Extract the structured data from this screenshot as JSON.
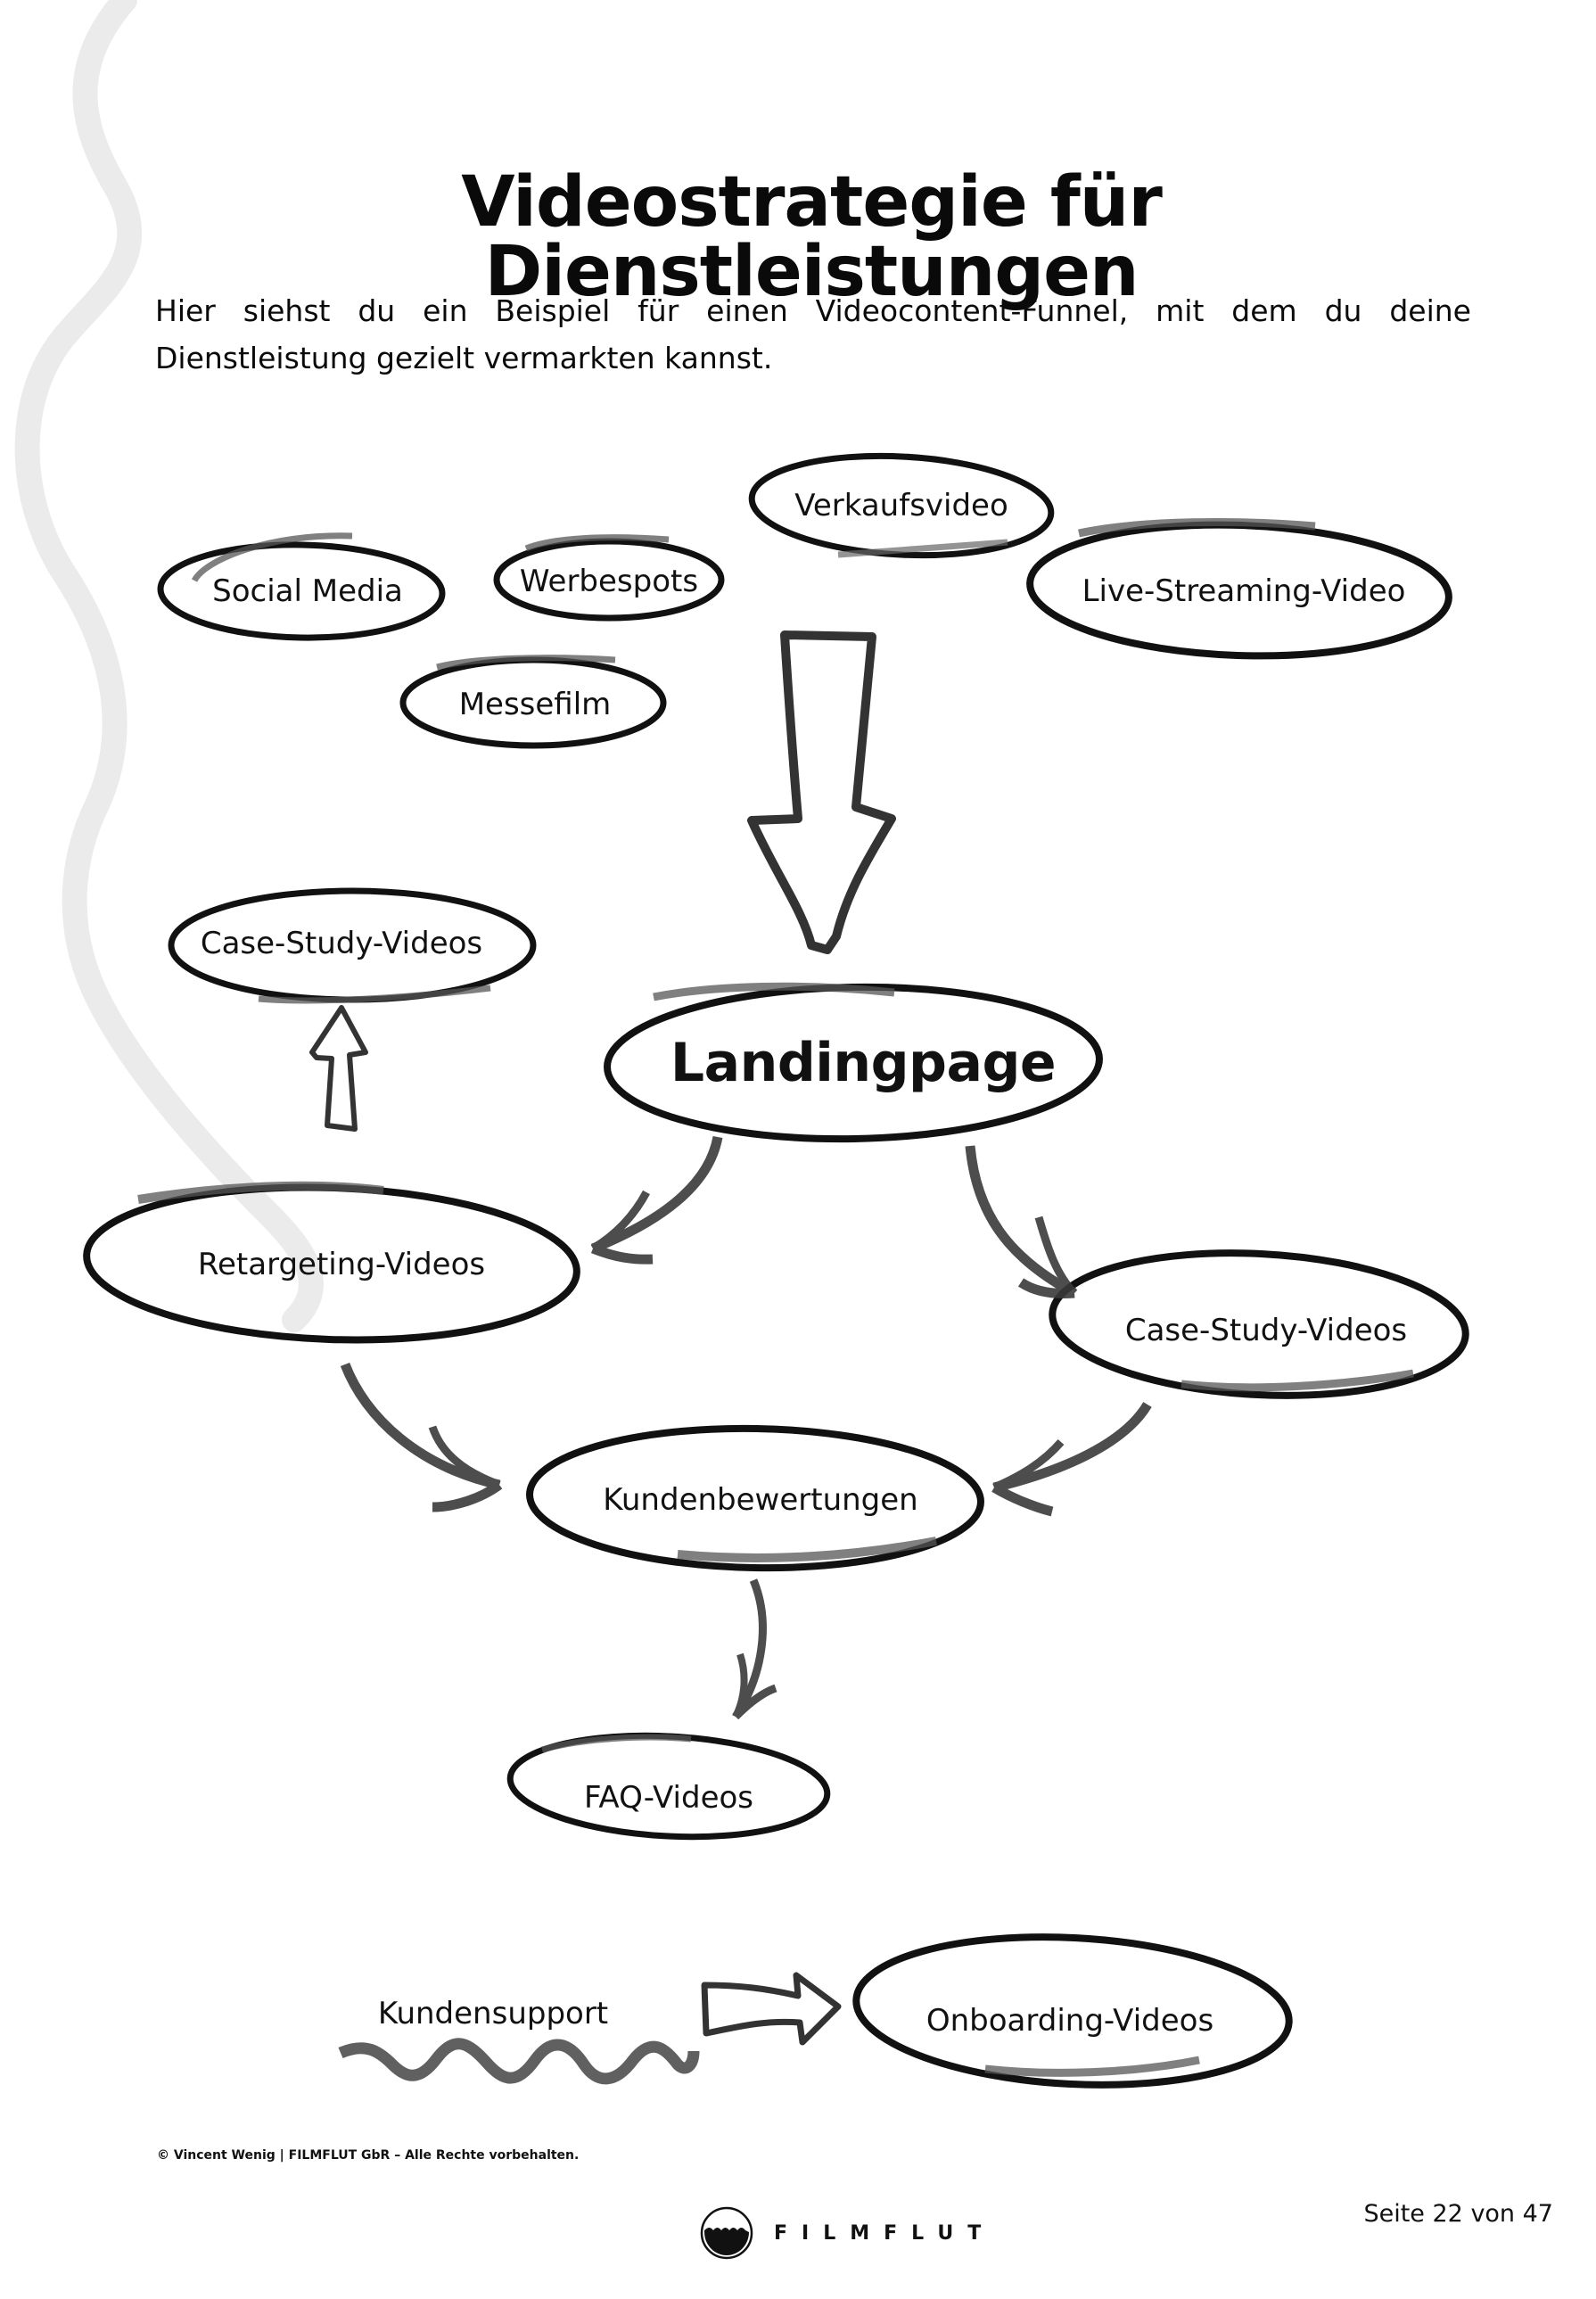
{
  "document": {
    "title": "Videostrategie für Dienstleistungen",
    "intro": "Hier siehst du ein Beispiel für einen Videocontent-Funnel, mit dem du deine Dienstleistung gezielt vermarkten kannst."
  },
  "diagram": {
    "nodes": {
      "verkaufsvideo": "Verkaufsvideo",
      "social_media": "Social Media",
      "werbespots": "Werbespots",
      "live_streaming": "Live-Streaming-Video",
      "messefilm": "Messefilm",
      "case_study_top": "Case-Study-Videos",
      "landingpage": "Landingpage",
      "retargeting": "Retargeting-Videos",
      "case_study_right": "Case-Study-Videos",
      "kundenbewertungen": "Kundenbewertungen",
      "faq": "FAQ-Videos",
      "kundensupport": "Kundensupport",
      "onboarding": "Onboarding-Videos"
    },
    "edges": [
      {
        "from": "traffic-sources",
        "to": "landingpage",
        "style": "large-outline-arrow"
      },
      {
        "from": "landingpage",
        "to": "retargeting",
        "style": "curved-arrow"
      },
      {
        "from": "landingpage",
        "to": "case_study_right",
        "style": "curved-arrow"
      },
      {
        "from": "retargeting",
        "to": "case_study_top",
        "style": "outline-arrow"
      },
      {
        "from": "retargeting",
        "to": "kundenbewertungen",
        "style": "curved-arrow"
      },
      {
        "from": "case_study_right",
        "to": "kundenbewertungen",
        "style": "curved-arrow"
      },
      {
        "from": "kundenbewertungen",
        "to": "faq",
        "style": "curved-arrow"
      },
      {
        "from": "kundensupport",
        "to": "onboarding",
        "style": "outline-arrow"
      }
    ]
  },
  "footer": {
    "copyright": "© Vincent Wenig | FILMFLUT GbR – Alle Rechte vorbehalten.",
    "brand": "FILMFLUT",
    "page_label": "Seite 22 von 47"
  },
  "colors": {
    "ink": "#0a0a0a",
    "marker": "#1a1a1a",
    "marker_light": "#5a5a5a",
    "background_swoosh": "#ebebeb"
  }
}
